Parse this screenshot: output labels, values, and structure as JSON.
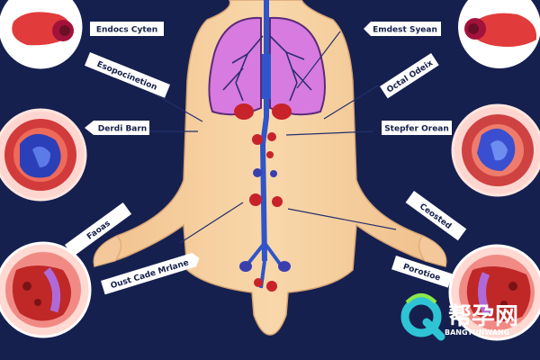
{
  "labels": {
    "top_left": "Endocs Cyten",
    "upper_left": "Esopocinetion",
    "mid_left": "Derdi Barn",
    "lower_left": "Faoas",
    "bottom_center": "Oust Cade Mrlane",
    "top_right": "Emdest Syean",
    "upper_right": "Octal Odeix",
    "mid_right": "Stepfer Orean",
    "lower_right": "Ceosted",
    "bottom_right": "Porotioe"
  },
  "watermark": {
    "title": "帮孕网",
    "subtitle": "BANGYUNWANG"
  },
  "colors": {
    "background": "#15204f",
    "skin": "#f6cf9e",
    "lung": "#d77be0",
    "vessel": "#2f55c8",
    "organ_red": "#c8222a",
    "watermark_accent": "#2ec4d6"
  }
}
